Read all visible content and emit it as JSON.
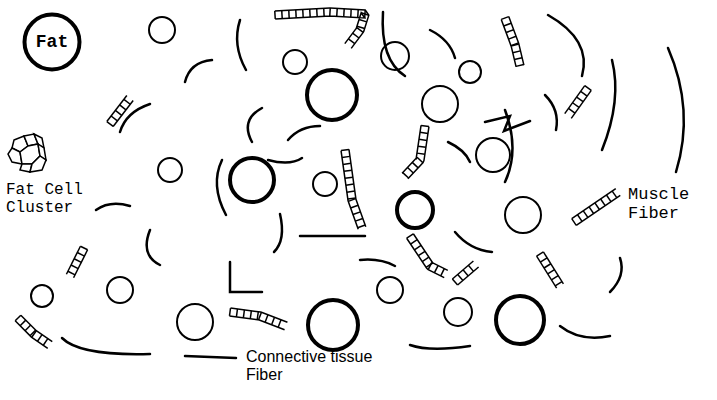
{
  "diagram": {
    "nodes": [
      {
        "text": [
          "Fat"
        ]
      }
    ],
    "labels": [
      "Fat Cell Cluster",
      "Muscle Fiber",
      "Connective tissue Fiber"
    ]
  }
}
